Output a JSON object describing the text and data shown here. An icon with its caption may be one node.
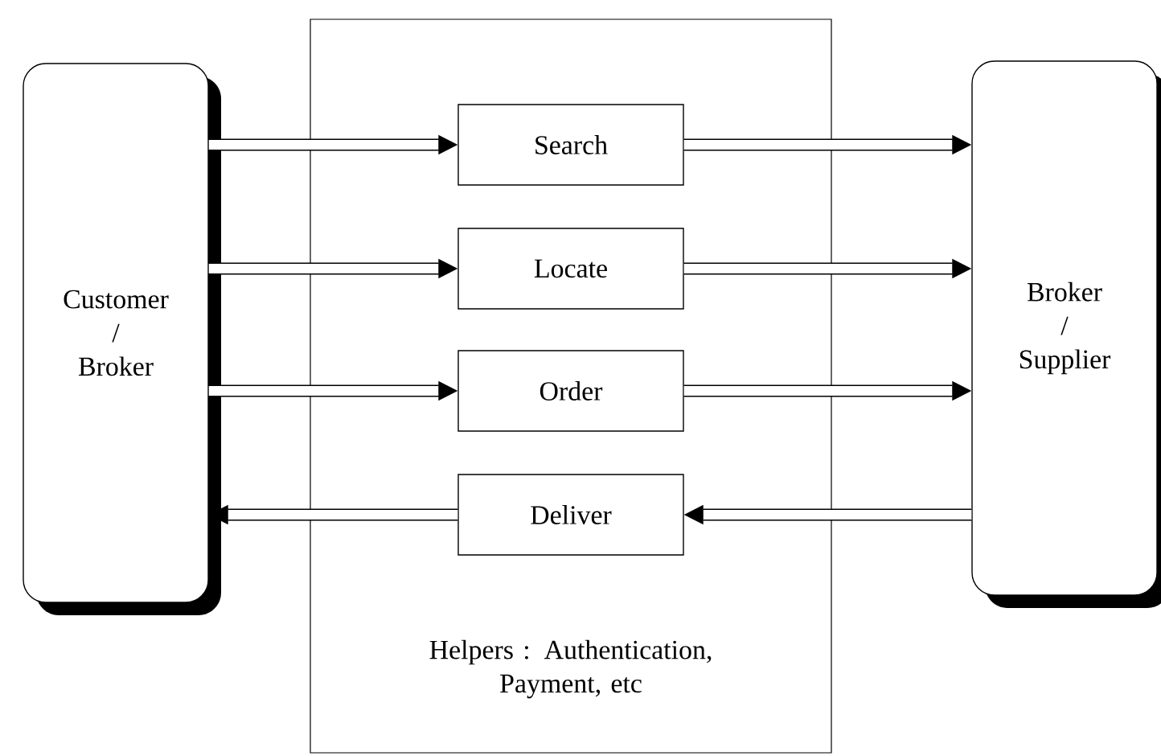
{
  "diagram": {
    "nodes": [
      {
        "text": [
          "Customer / Broker"
        ]
      },
      {
        "text": [
          "Helpers : Authentication, Payment, etc"
        ]
      },
      {
        "text": [
          "Search"
        ],
        "in": 1
      },
      {
        "text": [
          "Locate"
        ],
        "in": 1
      },
      {
        "text": [
          "Order"
        ],
        "in": 1
      },
      {
        "text": [
          "Deliver"
        ],
        "in": 1
      },
      {
        "text": [
          "Broker / Supplier"
        ]
      }
    ],
    "edges": [
      {
        "from": 0,
        "to": 2,
        "arrow": "to"
      },
      {
        "from": 0,
        "to": 3,
        "arrow": "to"
      },
      {
        "from": 0,
        "to": 4,
        "arrow": "to"
      },
      {
        "from": 2,
        "to": 6,
        "arrow": "to"
      },
      {
        "from": 3,
        "to": 6,
        "arrow": "to"
      },
      {
        "from": 4,
        "to": 6,
        "arrow": "to"
      },
      {
        "from": 6,
        "to": 5,
        "arrow": "to"
      },
      {
        "from": 5,
        "to": 0,
        "arrow": "to"
      }
    ]
  }
}
